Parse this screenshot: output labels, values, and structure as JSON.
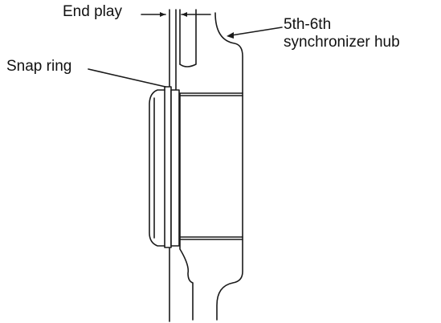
{
  "diagram": {
    "labels": {
      "end_play": "End play",
      "hub_line1": "5th-6th",
      "hub_line2": "synchronizer hub",
      "snap_ring": "Snap ring"
    },
    "colors": {
      "line": "#1a1a1a",
      "background": "#ffffff"
    }
  }
}
